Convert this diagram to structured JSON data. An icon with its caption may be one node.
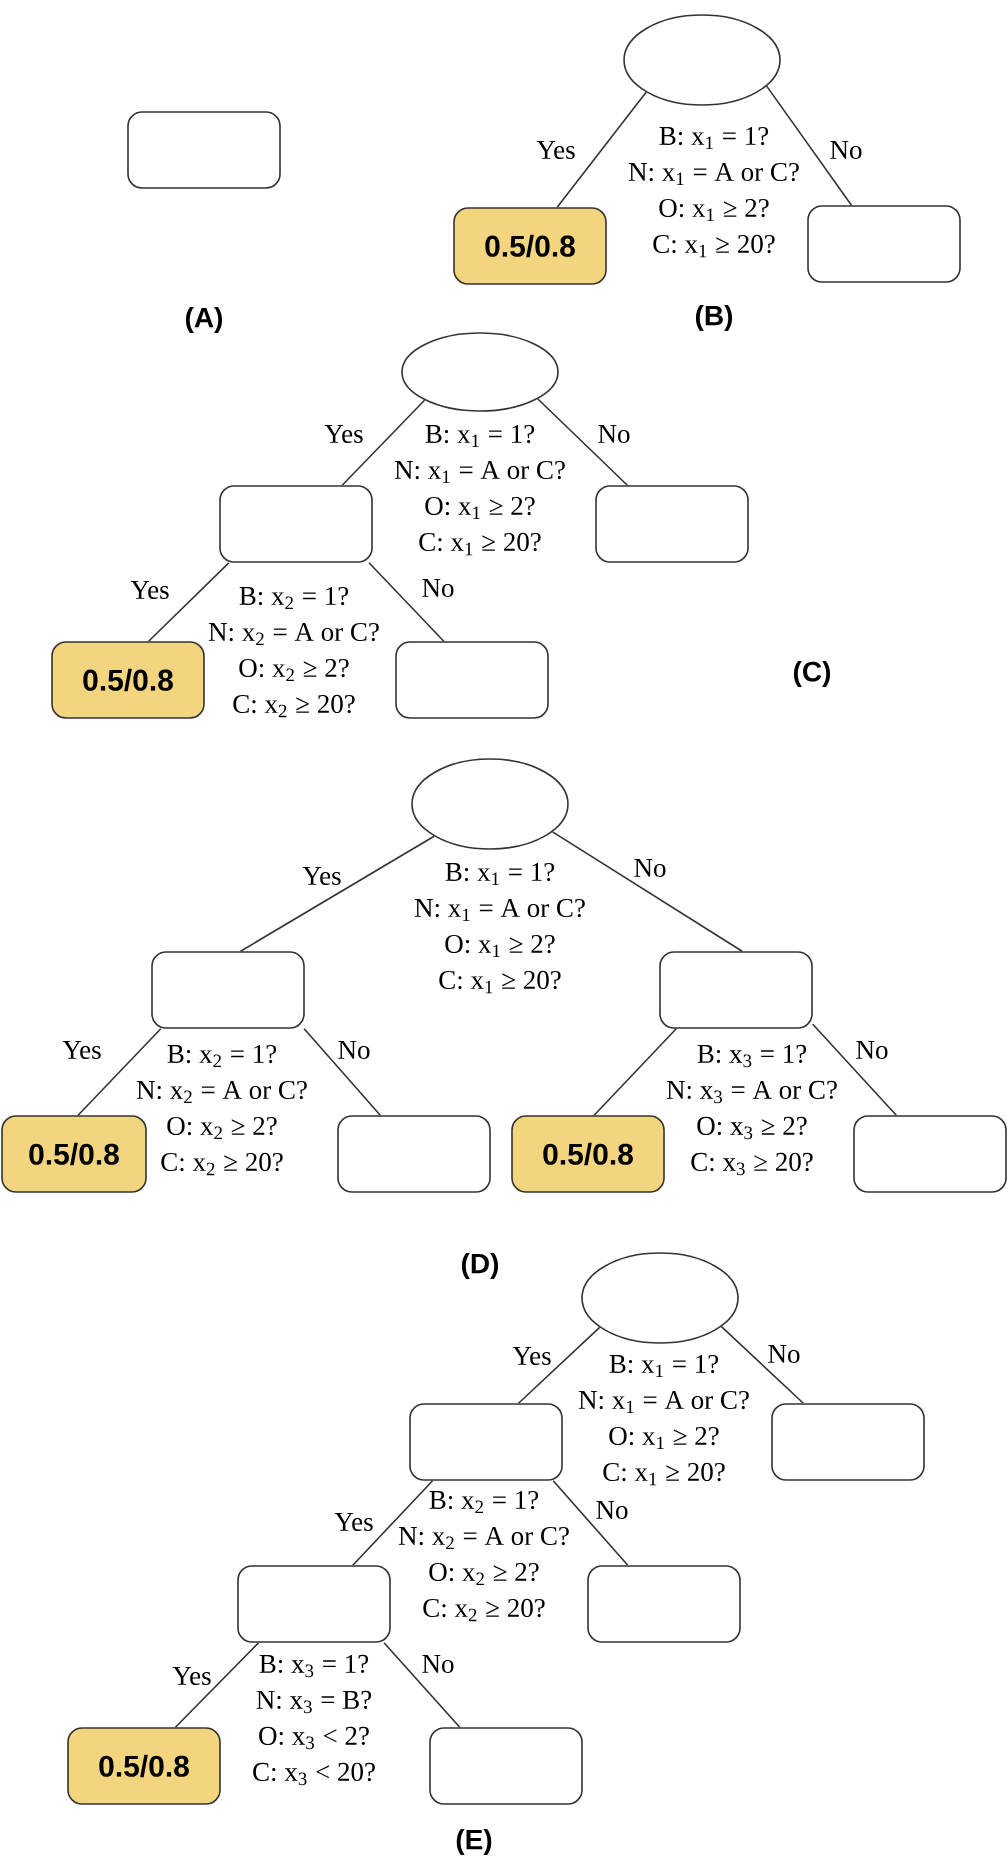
{
  "diagram": {
    "nodes": [
      {
        "text": [],
        "shape": "box"
      },
      {
        "text": [],
        "shape": "ellipse",
        "beside": [
          "B: x$_{1}$ = 1?",
          "N: x$_{1}$ = A or C?",
          "O: x$_{1}$ ≥ 2?",
          "C: x$_{1}$ ≥ 20?"
        ]
      },
      {
        "text": [
          "0.5/0.8"
        ]
      },
      {
        "text": [],
        "shape": "box"
      },
      {
        "text": [],
        "shape": "ellipse",
        "beside": [
          "B: x$_{1}$ = 1?",
          "N: x$_{1}$ = A or C?",
          "O: x$_{1}$ ≥ 2?",
          "C: x$_{1}$ ≥ 20?"
        ]
      },
      {
        "text": [],
        "shape": "box",
        "beside": [
          "B: x$_{2}$ = 1?",
          "N: x$_{2}$ = A or C?",
          "O: x$_{2}$ ≥ 2?",
          "C: x$_{2}$ ≥ 20?"
        ]
      },
      {
        "text": [],
        "shape": "box"
      },
      {
        "text": [
          "0.5/0.8"
        ]
      },
      {
        "text": [],
        "shape": "box"
      },
      {
        "text": [],
        "shape": "ellipse",
        "beside": [
          "B: x$_{1}$ = 1?",
          "N: x$_{1}$ = A or C?",
          "O: x$_{1}$ ≥ 2?",
          "C: x$_{1}$ ≥ 20?"
        ]
      },
      {
        "text": [],
        "shape": "box",
        "beside": [
          "B: x$_{2}$ = 1?",
          "N: x$_{2}$ = A or C?",
          "O: x$_{2}$ ≥ 2?",
          "C: x$_{2}$ ≥ 20?"
        ]
      },
      {
        "text": [],
        "shape": "box",
        "beside": [
          "B: x$_{3}$ = 1?",
          "N: x$_{3}$ = A or C?",
          "O: x$_{3}$ ≥ 2?",
          "C: x$_{3}$ ≥ 20?"
        ]
      },
      {
        "text": [
          "0.5/0.8"
        ]
      },
      {
        "text": [],
        "shape": "box"
      },
      {
        "text": [
          "0.5/0.8"
        ]
      },
      {
        "text": [],
        "shape": "box"
      },
      {
        "text": [],
        "shape": "ellipse",
        "beside": [
          "B: x$_{1}$ = 1?",
          "N: x$_{1}$ = A or C?",
          "O: x$_{1}$ ≥ 2?",
          "C: x$_{1}$ ≥ 20?"
        ]
      },
      {
        "text": [],
        "shape": "box",
        "beside": [
          "B: x$_{2}$ = 1?",
          "N: x$_{2}$ = A or C?",
          "O: x$_{2}$ ≥ 2?",
          "C: x$_{2}$ ≥ 20?"
        ]
      },
      {
        "text": [],
        "shape": "box"
      },
      {
        "text": [],
        "shape": "box",
        "beside": [
          "B: x$_{3}$ = 1?",
          "N: x$_{3}$ = B?",
          "O: x$_{3}$ < 2?",
          "C: x$_{3}$ < 20?"
        ]
      },
      {
        "text": [],
        "shape": "box"
      },
      {
        "text": [
          "0.5/0.8"
        ]
      },
      {
        "text": [],
        "shape": "box"
      }
    ],
    "edges": [
      {
        "from": 1,
        "to": 2,
        "arrow": "none",
        "label": "Yes"
      },
      {
        "from": 1,
        "to": 3,
        "arrow": "none",
        "label": "No"
      },
      {
        "from": 4,
        "to": 5,
        "arrow": "none",
        "label": "Yes"
      },
      {
        "from": 4,
        "to": 6,
        "arrow": "none",
        "label": "No"
      },
      {
        "from": 5,
        "to": 7,
        "arrow": "none",
        "label": "Yes"
      },
      {
        "from": 5,
        "to": 8,
        "arrow": "none",
        "label": "No"
      },
      {
        "from": 9,
        "to": 10,
        "arrow": "none",
        "label": "Yes"
      },
      {
        "from": 9,
        "to": 11,
        "arrow": "none",
        "label": "No"
      },
      {
        "from": 10,
        "to": 12,
        "arrow": "none",
        "label": "Yes"
      },
      {
        "from": 10,
        "to": 13,
        "arrow": "none",
        "label": "No"
      },
      {
        "from": 11,
        "to": 14,
        "arrow": "none"
      },
      {
        "from": 11,
        "to": 15,
        "arrow": "none",
        "label": "No"
      },
      {
        "from": 16,
        "to": 17,
        "arrow": "none",
        "label": "Yes"
      },
      {
        "from": 16,
        "to": 18,
        "arrow": "none",
        "label": "No"
      },
      {
        "from": 17,
        "to": 19,
        "arrow": "none",
        "label": "Yes"
      },
      {
        "from": 17,
        "to": 20,
        "arrow": "none",
        "label": "No"
      },
      {
        "from": 19,
        "to": 21,
        "arrow": "none",
        "label": "Yes"
      },
      {
        "from": 19,
        "to": 22,
        "arrow": "none",
        "label": "No"
      }
    ],
    "labels": [
      "(A)",
      "(B)",
      "(C)",
      "(D)",
      "(E)"
    ]
  }
}
